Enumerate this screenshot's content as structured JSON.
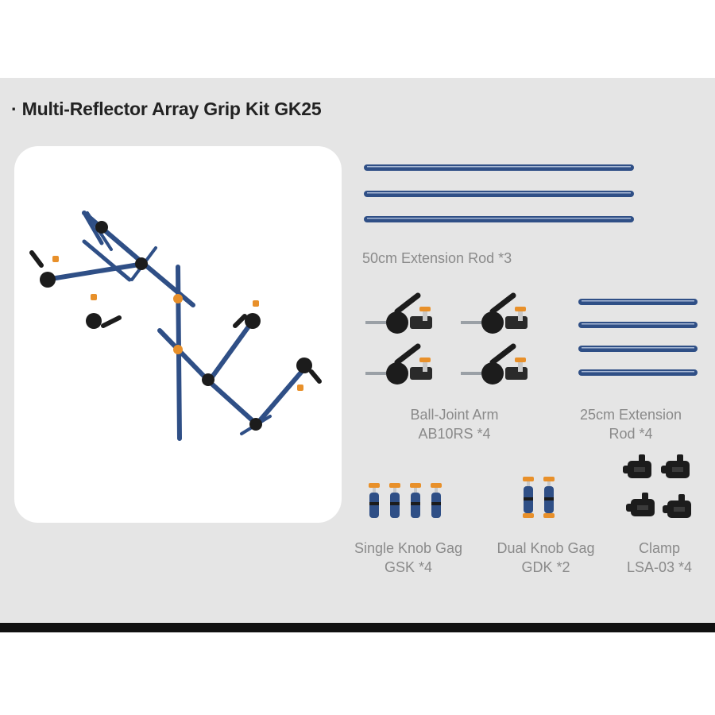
{
  "title": "· Multi-Reflector Array Grip Kit GK25",
  "colors": {
    "panel_background": "#e5e5e5",
    "card_background": "#ffffff",
    "rod_blue": "#2f4f86",
    "knob_orange": "#e8902a",
    "handle_black": "#1c1c1c",
    "label_gray": "#8a8a8a"
  },
  "items": [
    {
      "label_line1": "50cm Extension Rod *3",
      "label_line2": ""
    },
    {
      "label_line1": "Ball-Joint Arm",
      "label_line2": "AB10RS *4"
    },
    {
      "label_line1": "25cm Extension",
      "label_line2": "Rod *4"
    },
    {
      "label_line1": "Single Knob Gag",
      "label_line2": "GSK *4"
    },
    {
      "label_line1": "Dual Knob Gag",
      "label_line2": "GDK *2"
    },
    {
      "label_line1": "Clamp",
      "label_line2": "LSA-03 *4"
    }
  ]
}
